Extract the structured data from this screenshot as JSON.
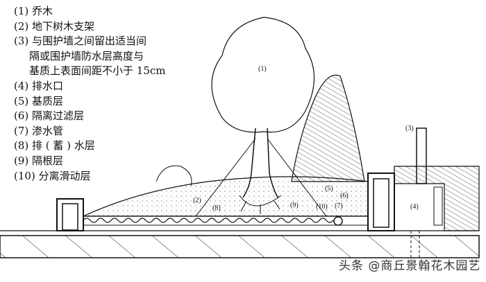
{
  "legend": [
    "(1) 乔木",
    "(2) 地下树木支架",
    "(3) 与围护墙之间留出适当间",
    "隔或围护墙防水层高度与",
    "基质上表面间距不小于 15cm",
    "(4) 排水口",
    "(5) 基质层",
    "(6) 隔离过滤层",
    "(7) 渗水管",
    "(8) 排 ( 蓄 ) 水层",
    "(9) 隔根层",
    "(10) 分离滑动层"
  ],
  "callouts": {
    "c1": "(1)",
    "c2": "(2)",
    "c3": "(3)",
    "c4": "(4)",
    "c5": "(5)",
    "c6": "(6)",
    "c7": "(7)",
    "c8": "(8)",
    "c9": "(9)",
    "c10": "(10)"
  },
  "watermark": "头条 @商丘景翰花木园艺"
}
